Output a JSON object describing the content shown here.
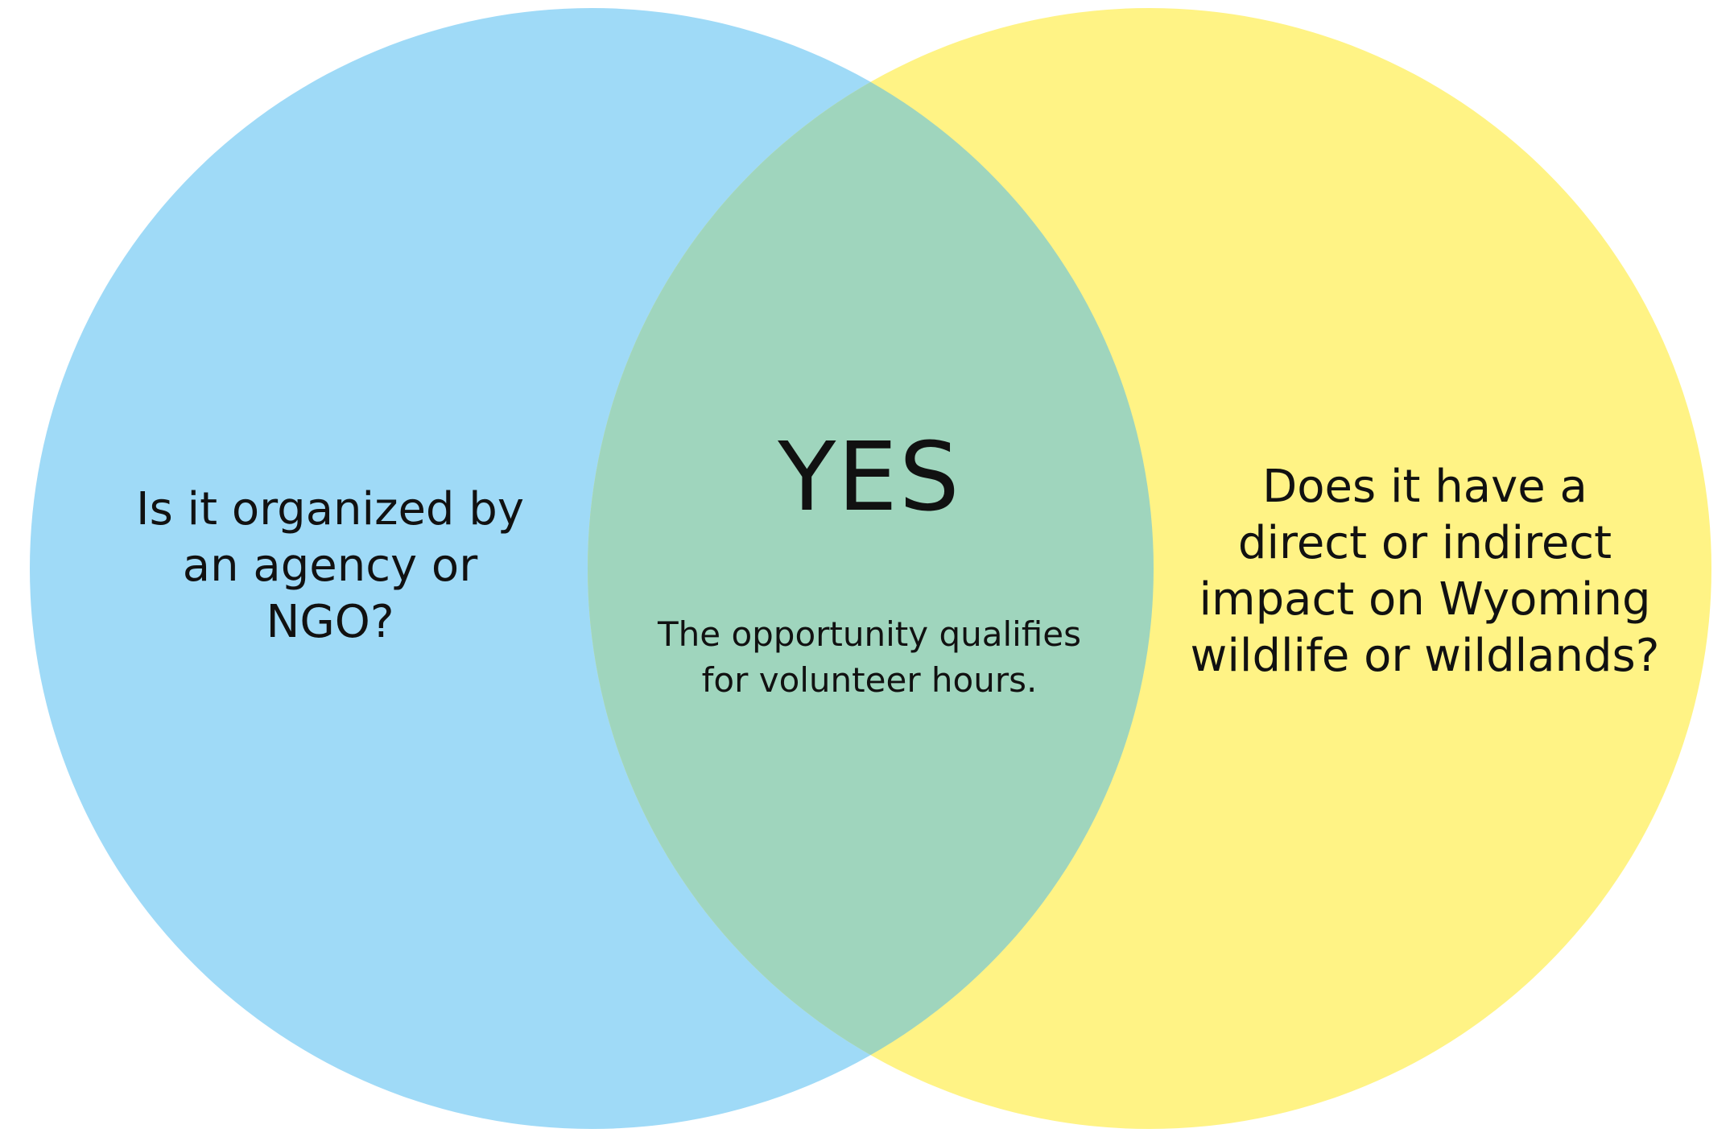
{
  "diagram": {
    "type": "venn",
    "colors": {
      "left_circle": "#9fdaf7",
      "right_circle": "#fff385",
      "overlap": "#9fd5bd",
      "text": "#111111",
      "background": "#ffffff"
    },
    "left": {
      "text": "Is it organized by\nan agency or\nNGO?"
    },
    "right": {
      "text": "Does it have a\ndirect or indirect\nimpact on Wyoming\nwildlife or wildlands?"
    },
    "center": {
      "heading": "YES",
      "note": "The opportunity qualifies\nfor volunteer hours."
    }
  }
}
